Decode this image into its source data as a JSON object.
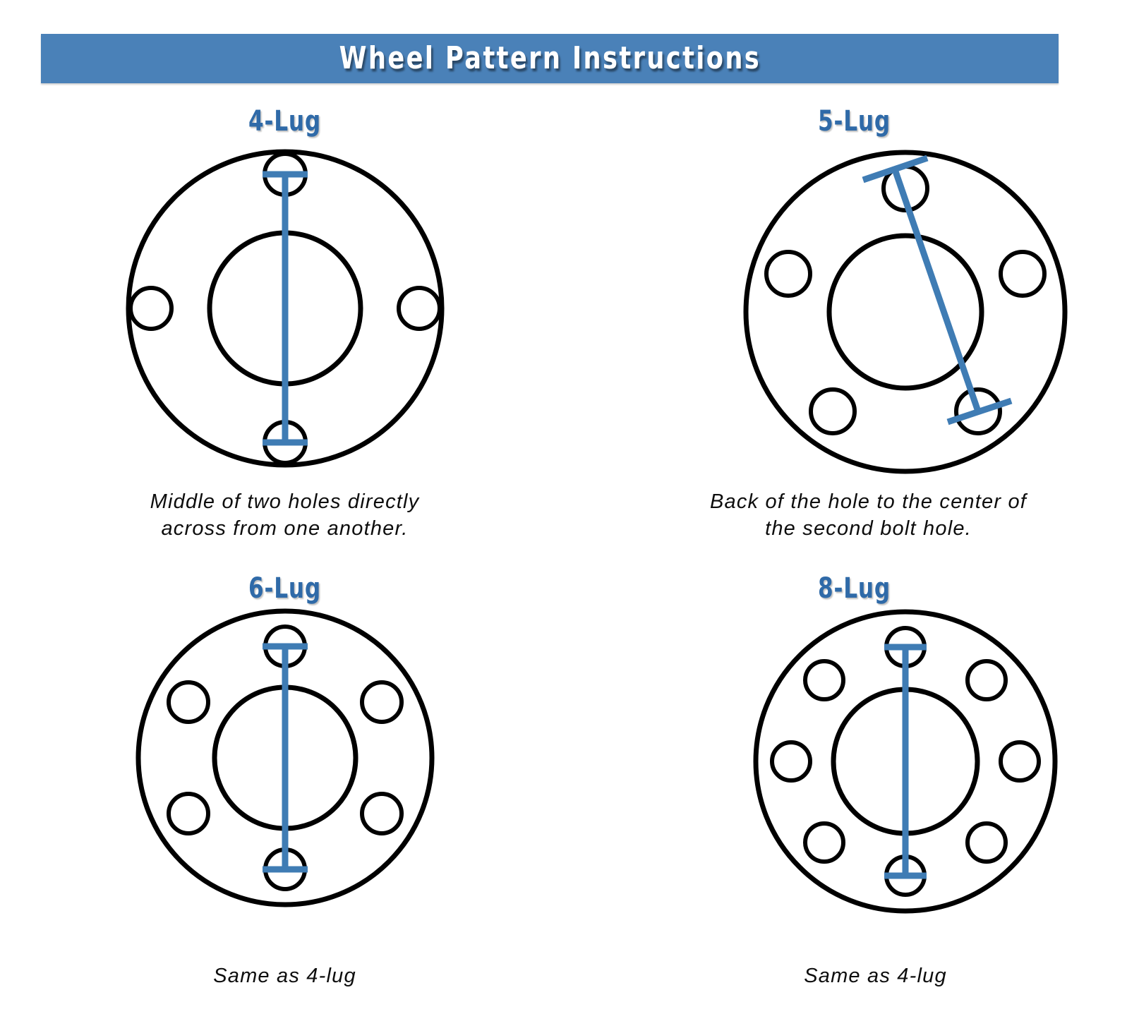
{
  "header": {
    "title": "Wheel Pattern Instructions",
    "banner_color": "#4a81b8",
    "title_color": "#ffffff"
  },
  "colors": {
    "accent_blue": "#4a81b8",
    "label_blue": "#2f6aa8",
    "measure_blue": "#3f7cb4",
    "outline_black": "#000000",
    "background": "#ffffff"
  },
  "diagrams": [
    {
      "id": "4-lug",
      "label": "4-Lug",
      "caption": "Middle of two holes directly across from one another.",
      "caption_lines": [
        "Middle of two holes directly",
        "across from one another."
      ],
      "lug_count": 4,
      "measurement": "center-to-center of two opposite holes",
      "hole_angles_deg": [
        90,
        180,
        270,
        0
      ]
    },
    {
      "id": "5-lug",
      "label": "5-Lug",
      "caption": "Back of the hole to the center of the second bolt hole.",
      "caption_lines": [
        "Back of the hole to the center of",
        "the second bolt hole."
      ],
      "lug_count": 5,
      "measurement": "back of hole to center of second bolt hole",
      "hole_angles_deg": [
        90,
        162,
        234,
        306,
        18
      ]
    },
    {
      "id": "6-lug",
      "label": "6-Lug",
      "caption": "Same as 4-lug",
      "caption_lines": [
        "Same as 4-lug"
      ],
      "lug_count": 6,
      "measurement": "center-to-center of two opposite holes",
      "hole_angles_deg": [
        90,
        150,
        210,
        270,
        330,
        30
      ]
    },
    {
      "id": "8-lug",
      "label": "8-Lug",
      "caption": "Same as 4-lug",
      "caption_lines": [
        "Same as 4-lug"
      ],
      "lug_count": 8,
      "measurement": "center-to-center of two opposite holes",
      "hole_angles_deg": [
        90,
        135,
        180,
        225,
        270,
        315,
        0,
        45
      ]
    }
  ]
}
